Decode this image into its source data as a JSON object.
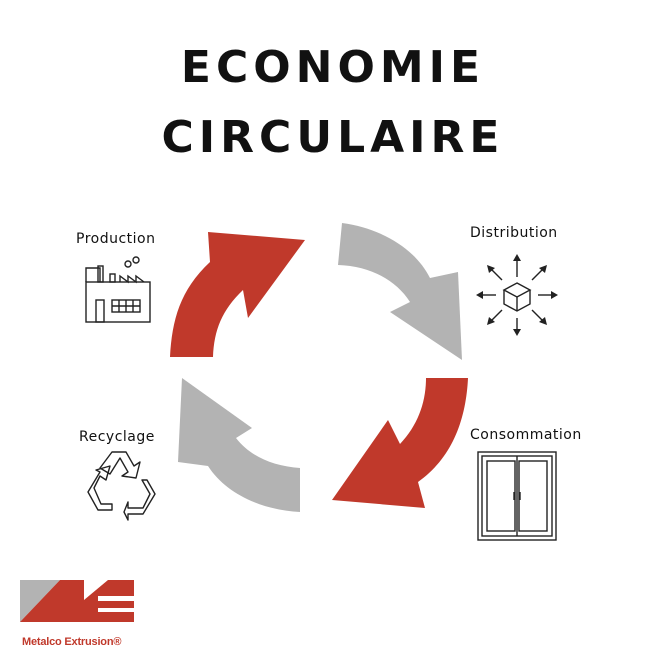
{
  "title": {
    "line1": "ECONOMIE",
    "line2": "CIRCULAIRE"
  },
  "stages": {
    "production": "Production",
    "distribution": "Distribution",
    "consommation": "Consommation",
    "recyclage": "Recyclage"
  },
  "arrows": [
    {
      "from": "recyclage",
      "to": "production",
      "color": "#c0392b"
    },
    {
      "from": "production",
      "to": "distribution",
      "color": "#b3b3b3"
    },
    {
      "from": "distribution",
      "to": "consommation",
      "color": "#c0392b"
    },
    {
      "from": "consommation",
      "to": "recyclage",
      "color": "#b3b3b3"
    }
  ],
  "icons": {
    "production": "factory-icon",
    "distribution": "box-distribution-icon",
    "consommation": "window-icon",
    "recyclage": "recycle-icon"
  },
  "logo": {
    "text": "Metalco Extrusion®",
    "color": "#c0392b"
  }
}
